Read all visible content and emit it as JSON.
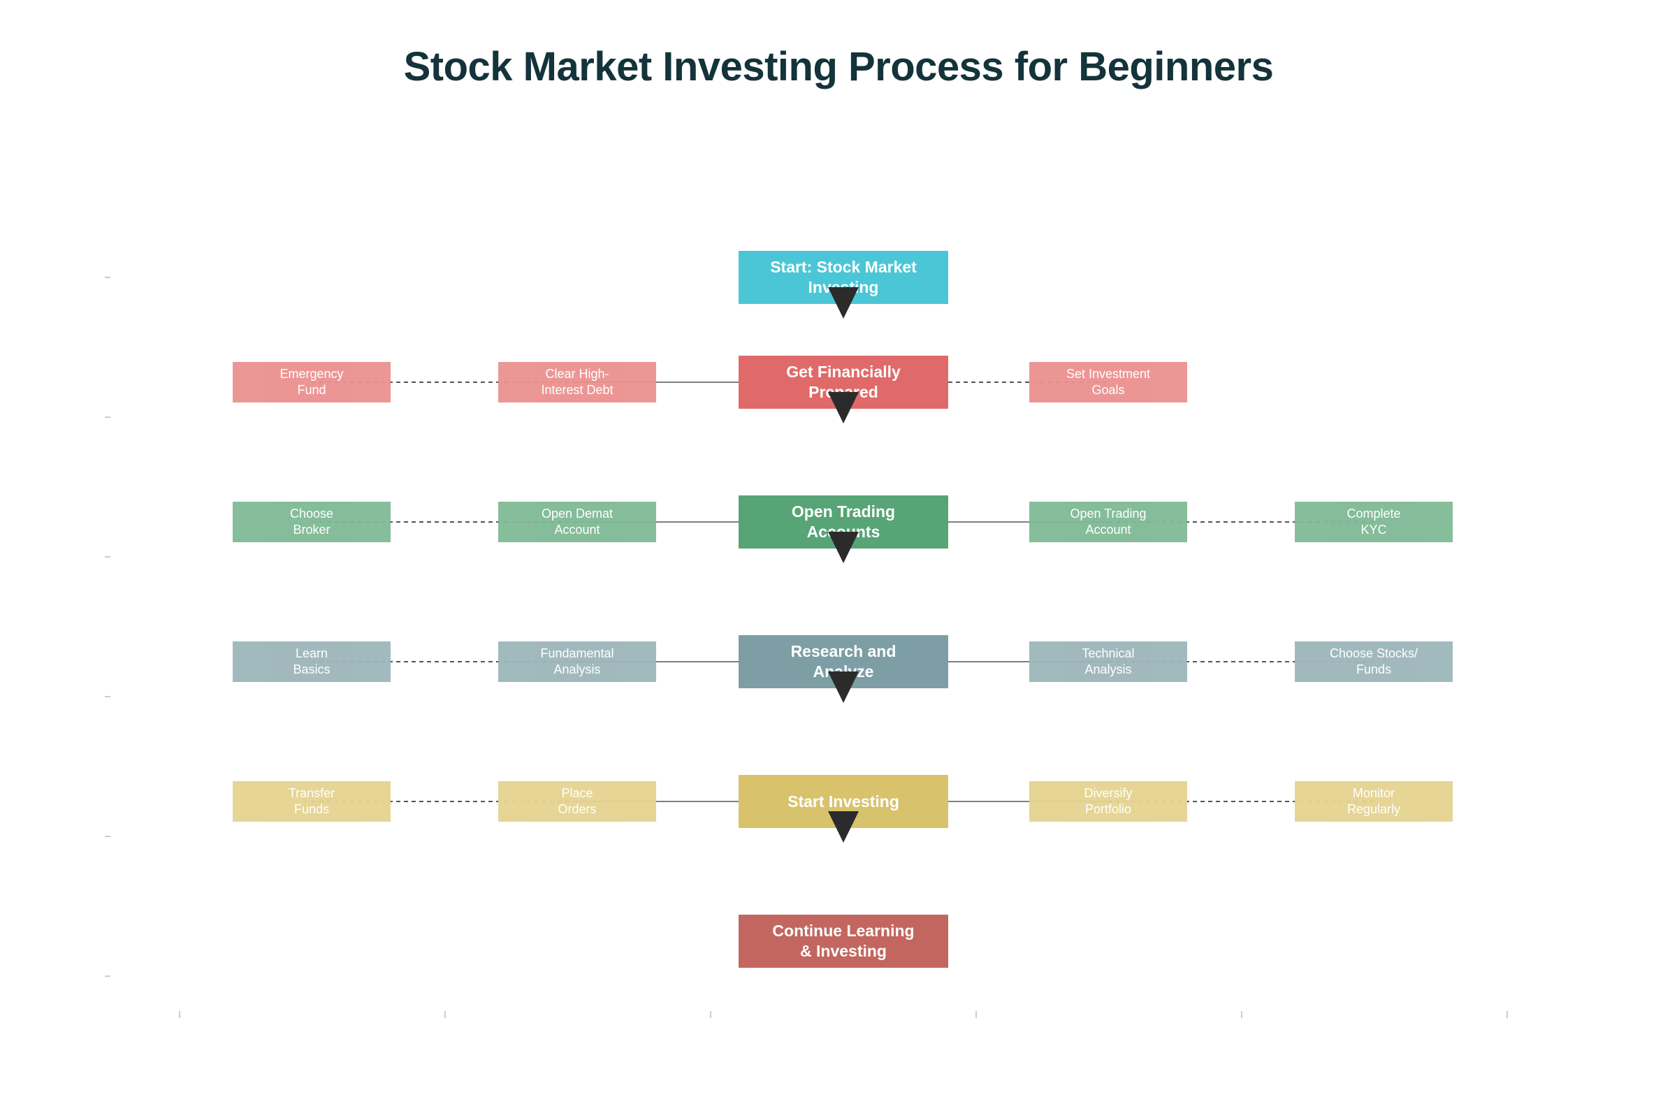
{
  "title": "Stock Market Investing Process for Beginners",
  "colors": {
    "start": "#4bc6d6",
    "prepare": "#e06a69",
    "prepare_sub": "#ea9190",
    "accounts": "#57a477",
    "accounts_sub": "#7fb995",
    "research": "#7c9ea4",
    "research_sub": "#9cb6ba",
    "invest": "#d8c36c",
    "invest_sub": "#e5d38f",
    "continue": "#c2665f",
    "arrow": "#2b2b2b",
    "connector": "#555555",
    "tick": "#bbbbbb"
  },
  "stages": [
    {
      "id": "start",
      "label": "Start: Stock Market\nInvesting",
      "color_key": "start",
      "left": [],
      "right": []
    },
    {
      "id": "prepare",
      "label": "Get Financially\nPrepared",
      "color_key": "prepare",
      "sub_color_key": "prepare_sub",
      "left": [
        "Emergency\nFund",
        "Clear High-\nInterest Debt"
      ],
      "right": [
        "Set Investment\nGoals"
      ]
    },
    {
      "id": "accounts",
      "label": "Open Trading\nAccounts",
      "color_key": "accounts",
      "sub_color_key": "accounts_sub",
      "left": [
        "Choose\nBroker",
        "Open Demat\nAccount"
      ],
      "right": [
        "Open Trading\nAccount",
        "Complete\nKYC"
      ]
    },
    {
      "id": "research",
      "label": "Research and\nAnalyze",
      "color_key": "research",
      "sub_color_key": "research_sub",
      "left": [
        "Learn\nBasics",
        "Fundamental\nAnalysis"
      ],
      "right": [
        "Technical\nAnalysis",
        "Choose Stocks/\nFunds"
      ]
    },
    {
      "id": "invest",
      "label": "Start Investing",
      "color_key": "invest",
      "sub_color_key": "invest_sub",
      "left": [
        "Transfer\nFunds",
        "Place\nOrders"
      ],
      "right": [
        "Diversify\nPortfolio",
        "Monitor\nRegularly"
      ]
    },
    {
      "id": "continue",
      "label": "Continue Learning\n& Investing",
      "color_key": "continue",
      "left": [],
      "right": []
    }
  ]
}
